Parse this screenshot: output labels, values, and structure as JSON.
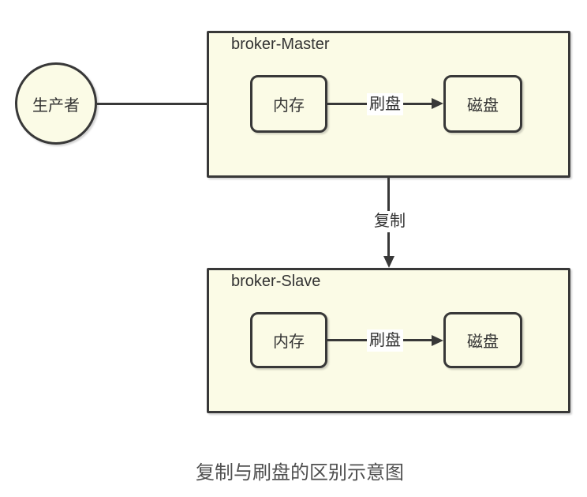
{
  "diagram": {
    "producer": {
      "label": "生产者"
    },
    "master": {
      "title": "broker-Master",
      "memory_label": "内存",
      "disk_label": "磁盘",
      "edge_label": "刷盘"
    },
    "slave": {
      "title": "broker-Slave",
      "memory_label": "内存",
      "disk_label": "磁盘",
      "edge_label": "刷盘"
    },
    "replication_edge": {
      "label": "复制"
    },
    "caption": "复制与刷盘的区别示意图"
  },
  "colors": {
    "page_bg": "#ffffff",
    "shape_fill": "#FBFBE6",
    "stroke": "#383838",
    "text": "#333333",
    "label_bg": "#ffffff",
    "caption": "#4f4f4f"
  }
}
